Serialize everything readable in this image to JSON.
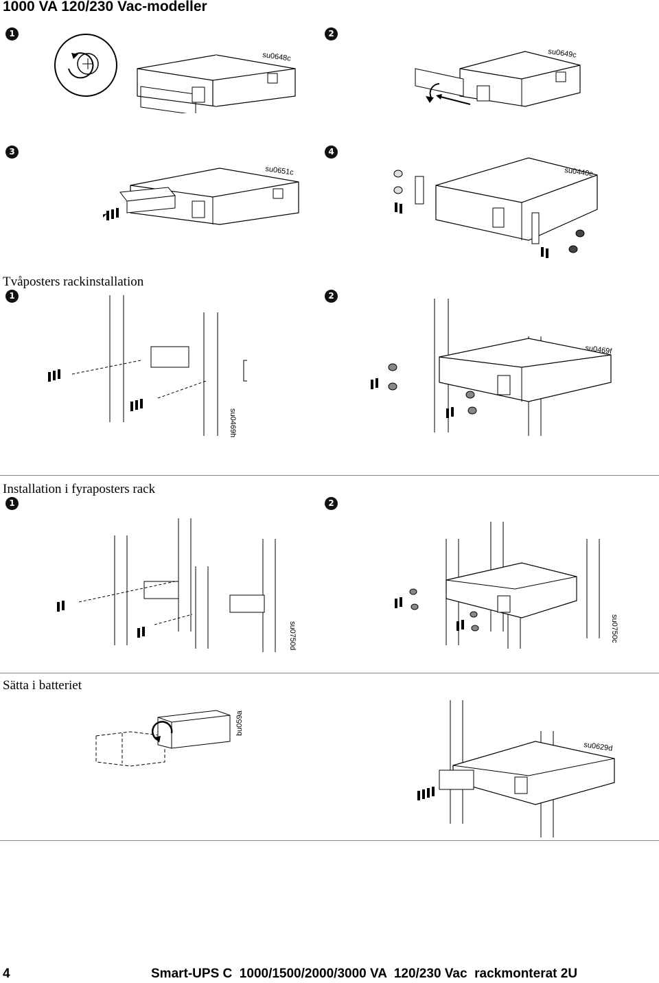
{
  "page_title": "1000 VA 120/230 Vac-modeller",
  "sections": {
    "two_post": "Tvåposters rackinstallation",
    "four_post": "Installation i fyraposters rack",
    "battery": "Sätta i batteriet"
  },
  "steps": {
    "s1": "1",
    "s2": "2",
    "s3": "3",
    "s4": "4"
  },
  "figure_codes": {
    "f1": "su0648c",
    "f2": "su0649c",
    "f3": "su0651c",
    "f4": "su0440c",
    "f5": "su0469h",
    "f6": "su0469f",
    "f7": "su0750d",
    "f8": "su0750c",
    "f9": "bu059a",
    "f10": "su0629d"
  },
  "footer": {
    "page_number": "4",
    "text": "Smart-UPS C  1000/1500/2000/3000 VA  120/230 Vac  rackmonterat 2U"
  }
}
